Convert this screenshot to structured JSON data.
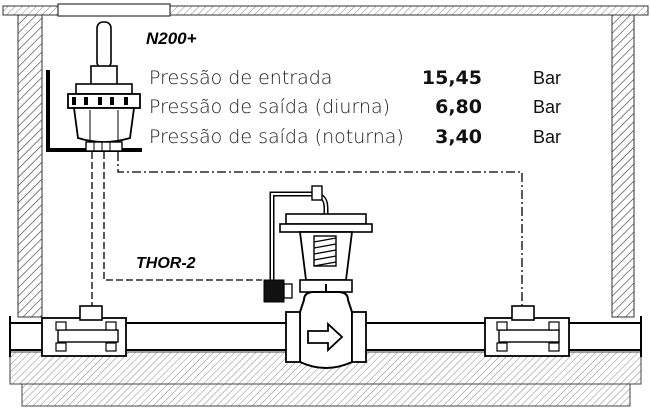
{
  "brand_top": "N200+",
  "brand_valve": "THOR-2",
  "readings": [
    {
      "label": "Pressão de entrada",
      "value": "15,45",
      "unit": "Bar"
    },
    {
      "label": "Pressão de saída (diurna)",
      "value": "6,80",
      "unit": "Bar"
    },
    {
      "label": "Pressão de saída (noturna)",
      "value": "3,40",
      "unit": "Bar"
    }
  ],
  "flow_direction": "right"
}
